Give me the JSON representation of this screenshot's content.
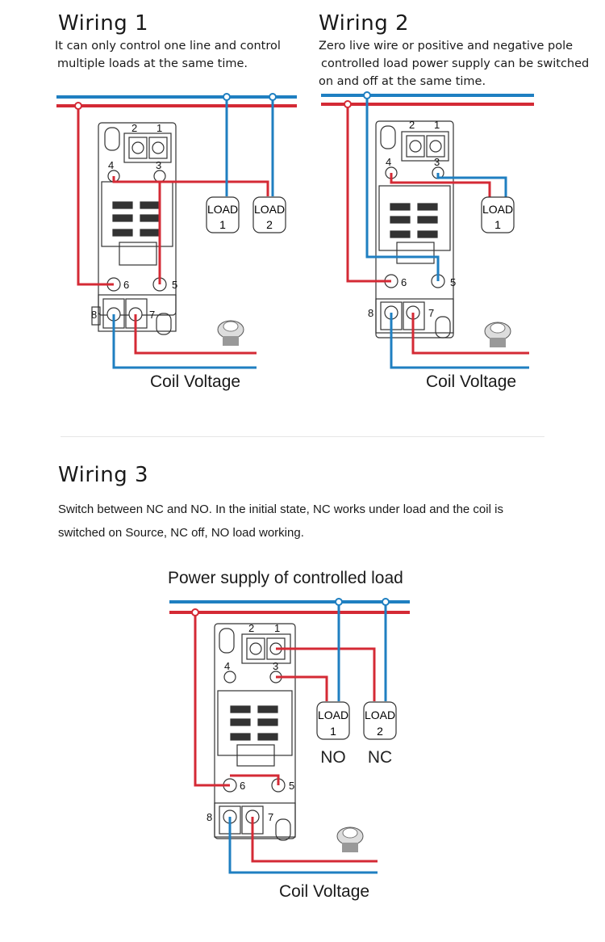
{
  "wiring1": {
    "title": "Wiring 1",
    "desc_line1": "It can only control one line and control",
    "desc_line2": "multiple loads at the same time.",
    "caption": "Coil  Voltage",
    "loads": [
      {
        "label": "LOAD",
        "num": "1"
      },
      {
        "label": "LOAD",
        "num": "2"
      }
    ],
    "terminals": [
      "2",
      "1",
      "4",
      "3",
      "6",
      "5",
      "8",
      "7"
    ]
  },
  "wiring2": {
    "title": "Wiring 2",
    "desc_line1": "Zero live wire or positive and negative pole",
    "desc_line2": "controlled load power supply can be switched",
    "desc_line3": "on and off at the same time.",
    "caption": "Coil  Voltage",
    "loads": [
      {
        "label": "LOAD",
        "num": "1"
      }
    ],
    "terminals": [
      "2",
      "1",
      "4",
      "3",
      "6",
      "5",
      "8",
      "7"
    ]
  },
  "wiring3": {
    "title": "Wiring  3",
    "desc_line1": "Switch between NC and NO. In the initial state, NC works under load and the coil is",
    "desc_line2": "switched on Source, NC off, NO load working.",
    "supply_label": "Power supply of controlled load",
    "caption": "Coil Voltage",
    "loads": [
      {
        "label": "LOAD",
        "num": "1",
        "tag": "NO"
      },
      {
        "label": "LOAD",
        "num": "2",
        "tag": "NC"
      }
    ],
    "terminals": [
      "2",
      "1",
      "4",
      "3",
      "6",
      "5",
      "8",
      "7"
    ]
  },
  "colors": {
    "live": "#d42a35",
    "neutral": "#1f7fc1",
    "socket": "#333333"
  }
}
